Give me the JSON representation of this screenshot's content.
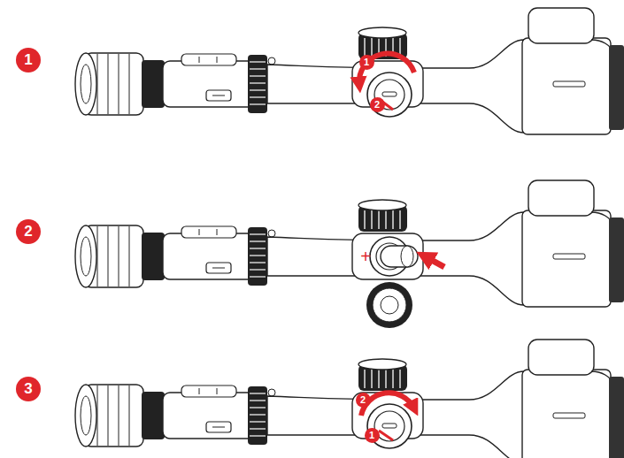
{
  "diagram": {
    "labels": [
      "1",
      "1",
      "2",
      "2",
      "+",
      "3",
      "2",
      "1"
    ]
  }
}
